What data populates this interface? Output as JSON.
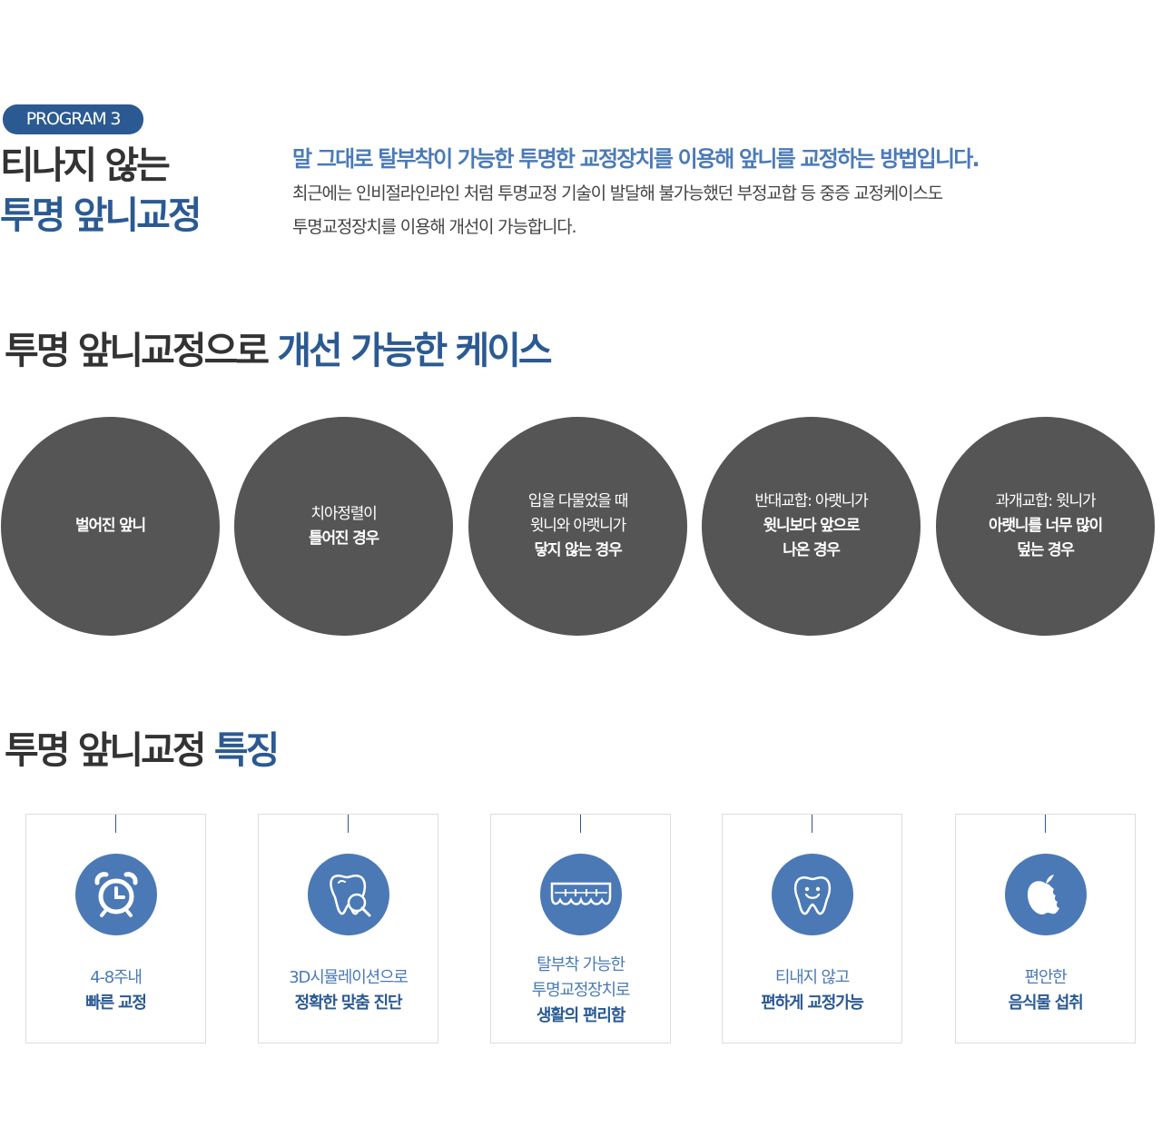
{
  "program": {
    "badge": "PROGRAM 3",
    "title_line1": "티나지 않는",
    "title_line2": "투명 앞니교정"
  },
  "intro": {
    "lead": "말 그대로 탈부착이 가능한 투명한 교정장치를 이용해 앞니를 교정하는 방법입니다.",
    "body_line1": "최근에는 인비절라인라인 처럼 투명교정 기술이 발달해 불가능했던 부정교합 등 중증 교정케이스도",
    "body_line2": "투명교정장치를 이용해 개선이 가능합니다."
  },
  "cases_section": {
    "title_plain": "투명 앞니교정으로",
    "title_accent": "개선 가능한 케이스",
    "items": [
      {
        "light": [],
        "bold": [
          "벌어진 앞니"
        ]
      },
      {
        "light": [
          "치아정렬이"
        ],
        "bold": [
          "틀어진 경우"
        ]
      },
      {
        "light": [
          "입을 다물었을 때",
          "윗니와 아랫니가"
        ],
        "bold": [
          "닿지 않는 경우"
        ]
      },
      {
        "light": [
          "반대교합: 아랫니가"
        ],
        "bold": [
          "윗니보다 앞으로",
          "나온 경우"
        ]
      },
      {
        "light": [
          "과개교합: 윗니가"
        ],
        "bold": [
          "아랫니를 너무 많이",
          "덮는 경우"
        ]
      }
    ]
  },
  "features_section": {
    "title_plain": "투명 앞니교정",
    "title_accent": "특징",
    "items": [
      {
        "icon": "alarm-clock-icon",
        "light": [
          "4-8주내"
        ],
        "bold": [
          "빠른 교정"
        ]
      },
      {
        "icon": "tooth-magnifier-icon",
        "light": [
          "3D시뮬레이션으로"
        ],
        "bold": [
          "정확한 맞춤 진단"
        ]
      },
      {
        "icon": "braces-teeth-icon",
        "light": [
          "탈부착 가능한",
          "투명교정장치로"
        ],
        "bold": [
          "생활의 편리함"
        ]
      },
      {
        "icon": "smiling-tooth-icon",
        "light": [
          "티내지 않고"
        ],
        "bold": [
          "편하게 교정가능"
        ]
      },
      {
        "icon": "bitten-apple-icon",
        "light": [
          "편안한"
        ],
        "bold": [
          "음식물 섭취"
        ]
      }
    ]
  },
  "colors": {
    "accent": "#2b5a93",
    "lead_blue": "#4a7ab8",
    "icon_blue": "#4b79b6",
    "circle_gray": "#555555"
  }
}
